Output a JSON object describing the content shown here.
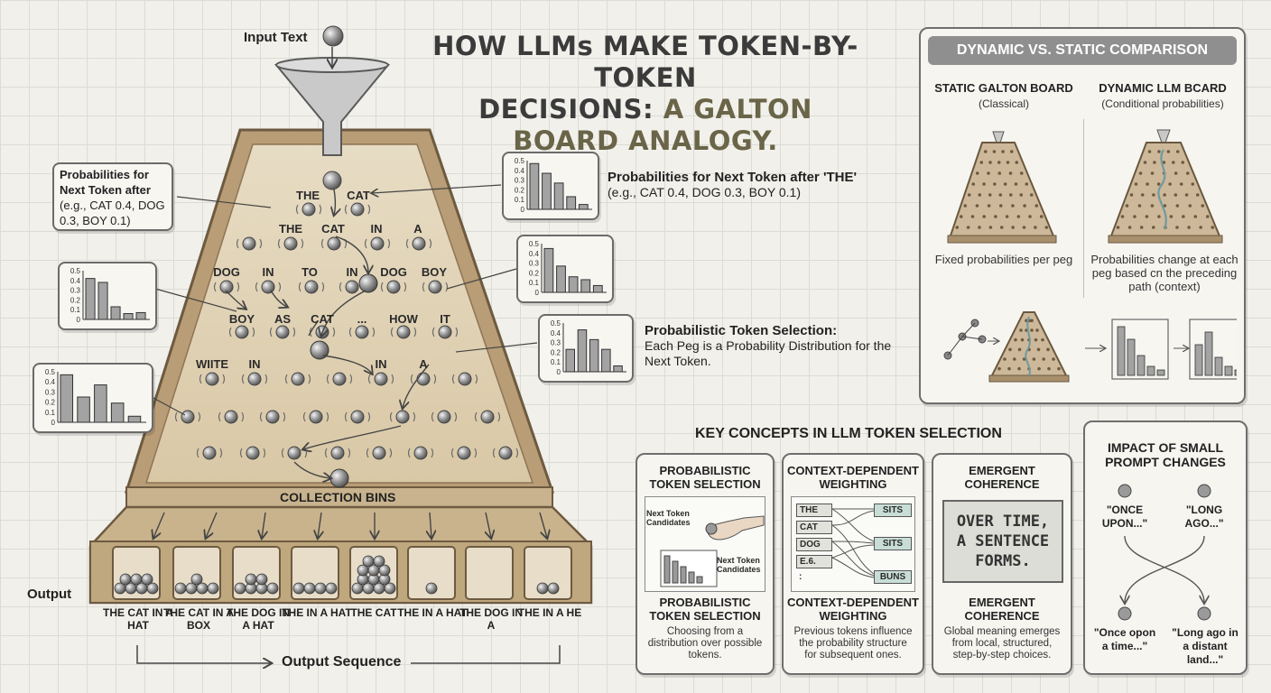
{
  "title": {
    "line1": "HOW LLMs MAKE TOKEN-BY-TOKEN",
    "line2a": "DECISIONS:",
    "line2b": "A GALTON",
    "line3": "BOARD ANALOGY."
  },
  "input_text": "Input Text",
  "collection_bins": "COLLECTION BINS",
  "output": "Output",
  "output_sequence": "Output Sequence",
  "tokens": {
    "r1": [
      "THE",
      "CAT"
    ],
    "r2": [
      "THE",
      "CAT",
      "IN",
      "A"
    ],
    "r3": [
      "DOG",
      "IN",
      "TO",
      "IN",
      "DOG",
      "BOY"
    ],
    "r4": [
      "BOY",
      "AS",
      "CAT",
      "...",
      "HOW",
      "IT"
    ],
    "r5": [
      "WIITE",
      "IN",
      "IN",
      "A"
    ]
  },
  "bins": [
    "THE CAT IN A HAT",
    "THE CAT IN A BOX",
    "THE DOG IN A HAT",
    "THE IN A HAT",
    "THE CAT",
    "THE IN A HAT",
    "THE DOG IN A",
    "THE IN A HE"
  ],
  "left_note": {
    "title": "Probabilities for Next Token after",
    "body": "(e.g., CAT 0.4, DOG 0.3, BOY 0.1)"
  },
  "right_note1": {
    "title": "Probabilities for Next Token after 'THE'",
    "body": "(e.g., CAT 0.4, DOG 0.3, BOY 0.1)"
  },
  "right_note2": {
    "title": "Probabilistic Token Selection:",
    "body": "Each Peg is a Probability Distribution for the Next Token."
  },
  "y_ticks": [
    "0.5",
    "0.4",
    "0.3",
    "0.2",
    "0.1",
    "0"
  ],
  "comparison": {
    "header": "DYNAMIC VS. STATIC COMPARISON",
    "static_title": "STATIC GALTON BOARD",
    "static_sub": "(Classical)",
    "static_desc": "Fixed probabilities per peg",
    "dynamic_title": "DYNAMIC LLM BCARD",
    "dynamic_sub": "(Conditional probabilities)",
    "dynamic_desc": "Probabilities change at each peg based cn the preceding path (context)"
  },
  "key_concepts": {
    "header": "KEY CONCEPTS IN LLM TOKEN SELECTION",
    "card1": {
      "title": "PROBABILISTIC TOKEN SELECTION",
      "label_a": "Next Token Candidates",
      "label_b": "Next Token Candidates",
      "foot_title": "PROBABILISTIC TOKEN SELECTION",
      "foot_body": "Choosing from a distribution over possible tokens."
    },
    "card2": {
      "title": "CONTEXT-DEPENDENT WEIGHTING",
      "left": [
        "THE",
        "CAT",
        "DOG",
        "E.6.",
        ":"
      ],
      "right": [
        "SITS",
        "SITS",
        "BUNS"
      ],
      "foot_title": "CONTEXT-DEPENDENT WEIGHTING",
      "foot_body": "Previous tokens influence the probability structure for subsequent ones."
    },
    "card3": {
      "title": "EMERGENT COHERENCE",
      "screen": [
        "OVER TIME,",
        "A SENTENCE",
        "FORMS."
      ],
      "foot_title": "EMERGENT COHERENCE",
      "foot_body": "Global meaning emerges from local, structured, step-by-step choices."
    },
    "card4": {
      "title": "IMPACT OF SMALL PROMPT CHANGES",
      "left_start": "\"ONCE UPON...\"",
      "right_start": "\"LONG AGO...\"",
      "left_end": "\"Once opon a time...\"",
      "right_end": "\"Long ago in a distant land...\""
    }
  },
  "chart_data": [
    {
      "type": "bar",
      "values": [
        0.47,
        0.37,
        0.27,
        0.13,
        0.05
      ],
      "ylim": [
        0,
        0.5
      ]
    },
    {
      "type": "bar",
      "values": [
        0.45,
        0.27,
        0.16,
        0.13,
        0.07
      ],
      "ylim": [
        0,
        0.5
      ]
    },
    {
      "type": "bar",
      "values": [
        0.42,
        0.38,
        0.13,
        0.06,
        0.07
      ],
      "ylim": [
        0,
        0.5
      ]
    },
    {
      "type": "bar",
      "values": [
        0.23,
        0.43,
        0.33,
        0.23,
        0.06
      ],
      "ylim": [
        0,
        0.5
      ]
    },
    {
      "type": "bar",
      "values": [
        0.47,
        0.25,
        0.37,
        0.19,
        0.06
      ],
      "ylim": [
        0,
        0.5
      ]
    }
  ]
}
